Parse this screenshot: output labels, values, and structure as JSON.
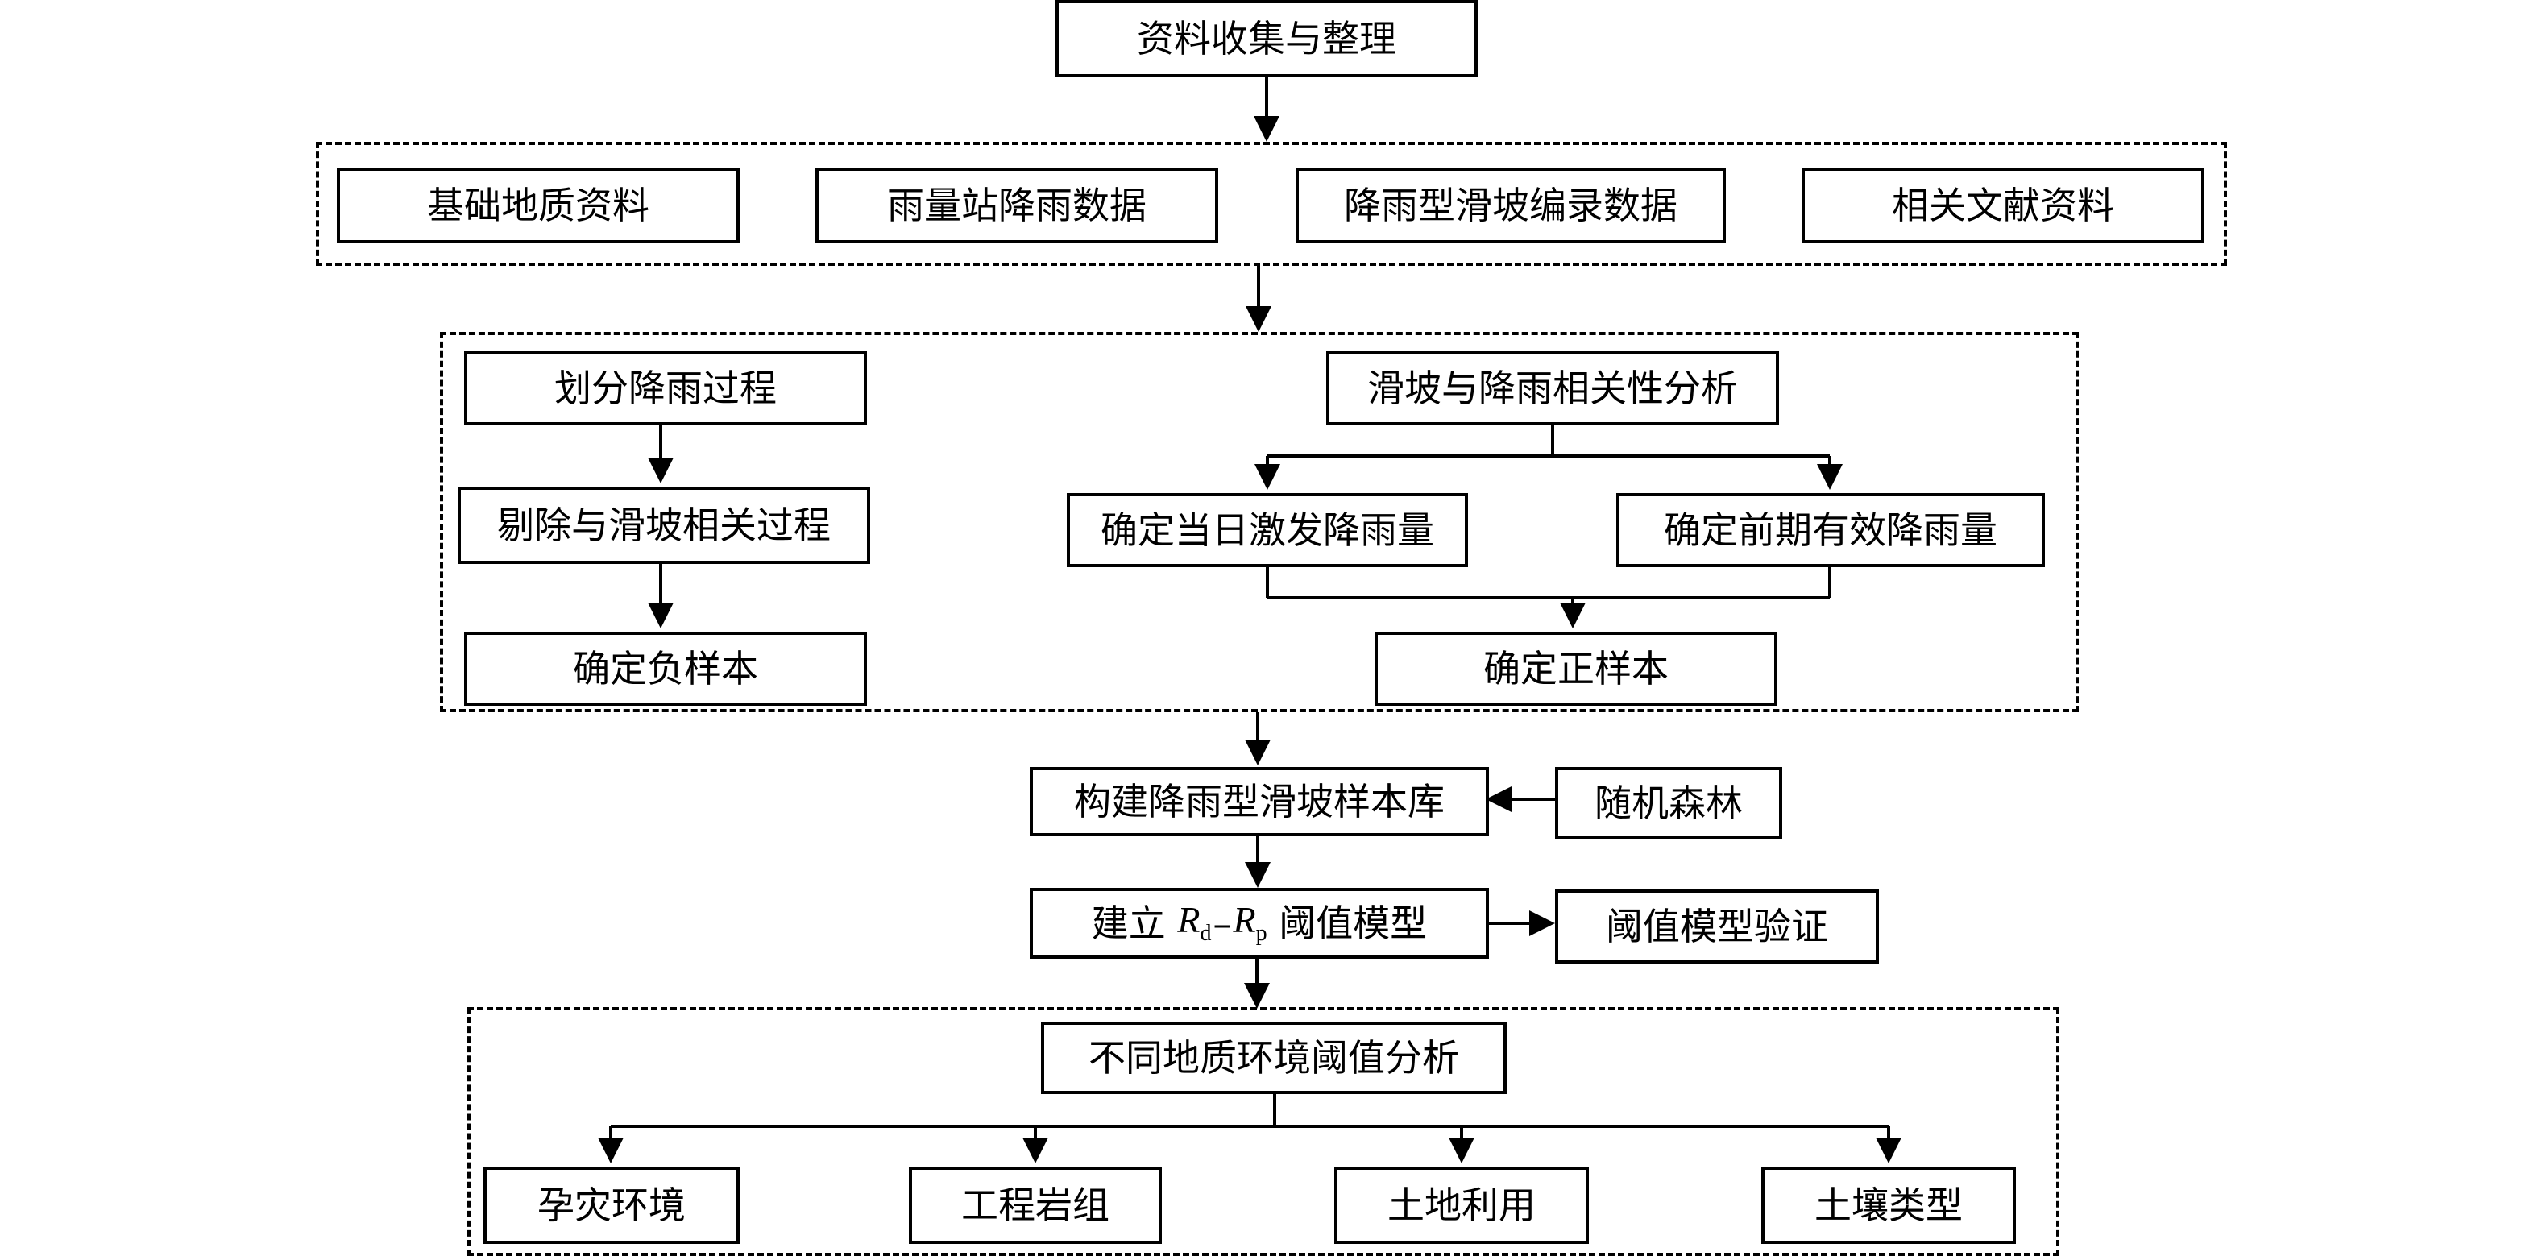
{
  "top": {
    "collect": "资料收集与整理"
  },
  "sources": {
    "geology": "基础地质资料",
    "rain_station": "雨量站降雨数据",
    "landslide_catalog": "降雨型滑坡编录数据",
    "literature": "相关文献资料"
  },
  "analysis": {
    "divide_rain": "划分降雨过程",
    "remove_related": "剔除与滑坡相关过程",
    "negative_sample": "确定负样本",
    "correlation": "滑坡与降雨相关性分析",
    "daily_trigger": "确定当日激发降雨量",
    "antecedent": "确定前期有效降雨量",
    "positive_sample": "确定正样本"
  },
  "modeling": {
    "sample_library": "构建降雨型滑坡样本库",
    "random_forest": "随机森林",
    "threshold_prefix": "建立",
    "rd_symbol": "R",
    "rd_sub": "d",
    "dash": "–",
    "rp_symbol": "R",
    "rp_sub": "p",
    "threshold_suffix": "阈值模型",
    "validation": "阈值模型验证"
  },
  "geo_env": {
    "title": "不同地质环境阈值分析",
    "items": [
      "孕灾环境",
      "工程岩组",
      "土地利用",
      "土壤类型"
    ]
  }
}
